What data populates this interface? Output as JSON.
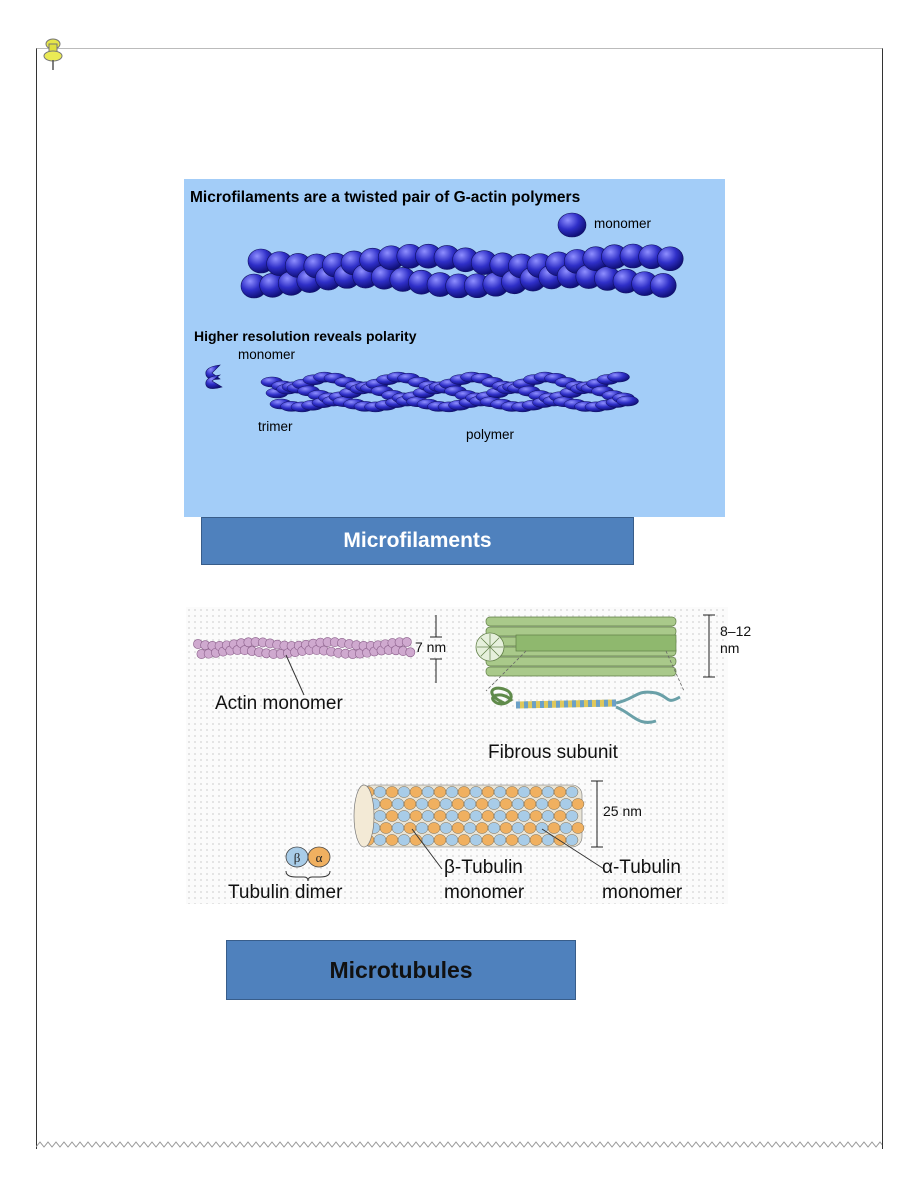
{
  "figure1": {
    "title": "Microfilaments are a twisted pair of G-actin polymers",
    "monomer_label": "monomer",
    "subtitle": "Higher resolution reveals polarity",
    "monomer_label2": "monomer",
    "trimer_label": "trimer",
    "polymer_label": "polymer",
    "bead_color": "#2f2fc8"
  },
  "caption1": "Microfilaments",
  "figure2": {
    "actin_monomer": "Actin monomer",
    "size_7nm": "7 nm",
    "size_812_top": "8–12",
    "size_812_bottom": "nm",
    "fibrous_subunit": "Fibrous subunit",
    "size_25nm": "25 nm",
    "tubulin_dimer": "Tubulin dimer",
    "beta_tubulin": "β-Tubulin",
    "beta_monomer": "monomer",
    "alpha_tubulin": "α-Tubulin",
    "alpha_monomer": "monomer",
    "beta_symbol": "β",
    "alpha_symbol": "α",
    "colors": {
      "actin": "#cfa9cf",
      "filament": "#a9c98a",
      "tubulin_alpha": "#f0b060",
      "tubulin_beta": "#a8cce8"
    }
  },
  "caption2": "Microtubules"
}
